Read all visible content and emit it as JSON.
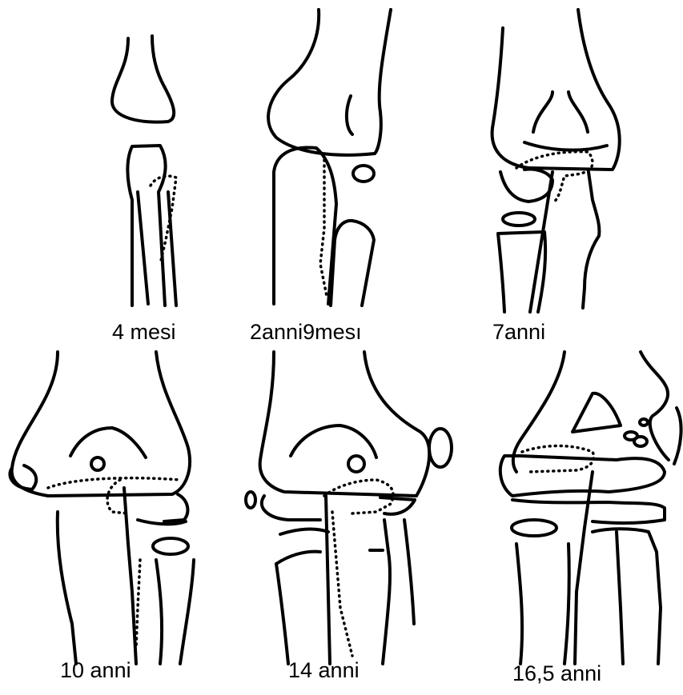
{
  "figure": {
    "panels": [
      {
        "label": "4 mesi"
      },
      {
        "label": "2anni9mesı"
      },
      {
        "label": "7anni"
      },
      {
        "label": "10 anni"
      },
      {
        "label": "14 anni"
      },
      {
        "label": "16,5 anni"
      }
    ]
  }
}
